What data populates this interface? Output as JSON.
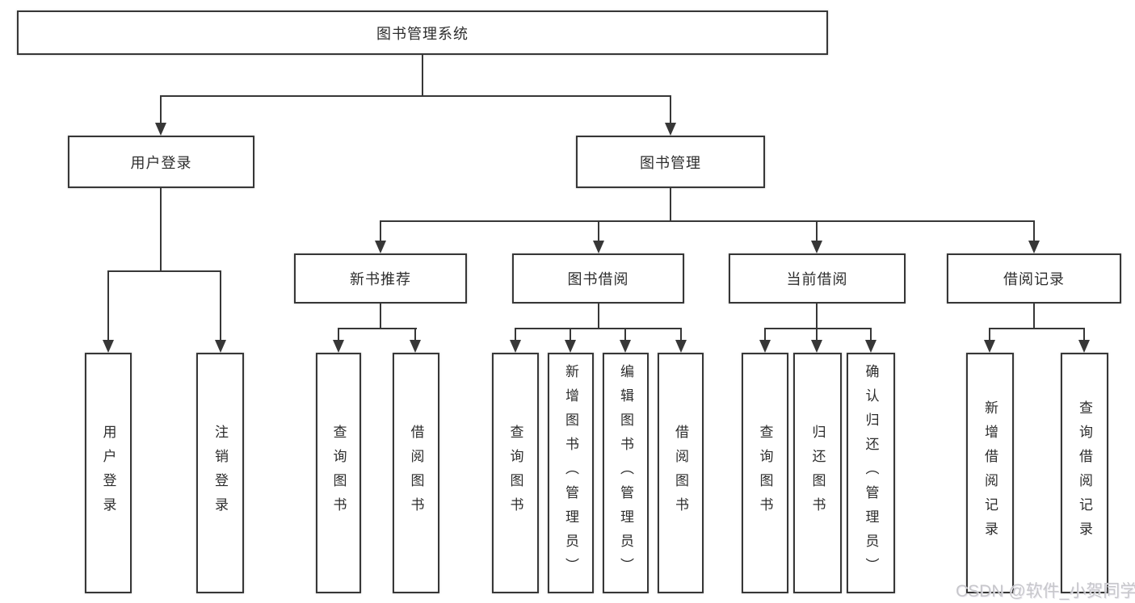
{
  "diagram_title": "图书管理系统",
  "tree": {
    "root": {
      "label": "图书管理系统"
    },
    "branches": [
      {
        "label": "用户登录",
        "children": [
          {
            "label": "用户登录"
          },
          {
            "label": "注销登录"
          }
        ]
      },
      {
        "label": "图书管理",
        "children": [
          {
            "label": "新书推荐",
            "children": [
              {
                "label": "查询图书"
              },
              {
                "label": "借阅图书"
              }
            ]
          },
          {
            "label": "图书借阅",
            "children": [
              {
                "label": "查询图书"
              },
              {
                "label": "新增图书（管理员）"
              },
              {
                "label": "编辑图书（管理员）"
              },
              {
                "label": "借阅图书"
              }
            ]
          },
          {
            "label": "当前借阅",
            "children": [
              {
                "label": "查询图书"
              },
              {
                "label": "归还图书"
              },
              {
                "label": "确认归还（管理员）"
              }
            ]
          },
          {
            "label": "借阅记录",
            "children": [
              {
                "label": "新增借阅记录"
              },
              {
                "label": "查询借阅记录"
              }
            ]
          }
        ]
      }
    ]
  },
  "watermark": {
    "text": "CSDN @软件_小贺同学"
  },
  "colors": {
    "line": "#373737",
    "text": "#2d2d2d",
    "background": "#ffffff",
    "watermark": "#c3c3c7"
  }
}
